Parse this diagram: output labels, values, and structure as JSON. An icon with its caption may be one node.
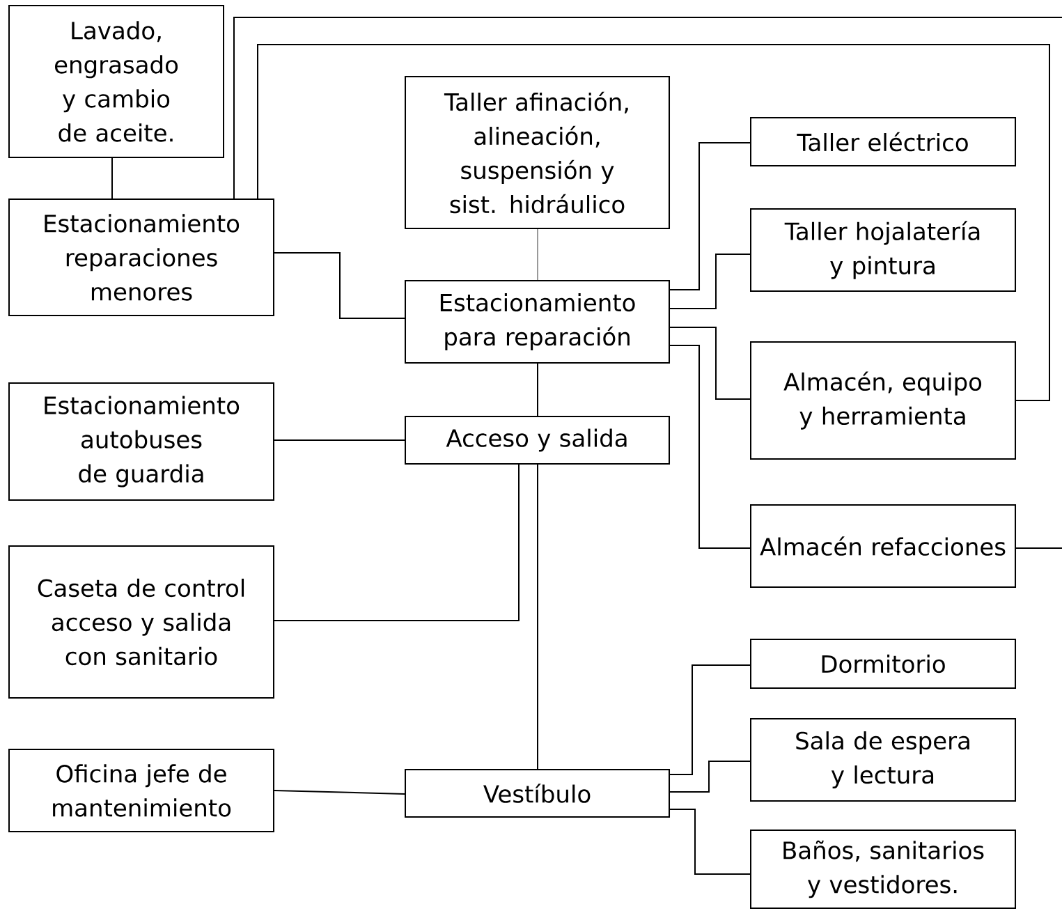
{
  "diagram": {
    "nodes": [
      {
        "text": [
          "Lavado, engrasado y cambio de aceite."
        ]
      },
      {
        "text": [
          "Estacionamiento reparaciones menores"
        ]
      },
      {
        "text": [
          "Taller afinación, alineación, suspensión y sist. hidráulico"
        ]
      },
      {
        "text": [
          "Taller eléctrico"
        ]
      },
      {
        "text": [
          "Taller hojalatería y pintura"
        ]
      },
      {
        "text": [
          "Estacionamiento para reparación"
        ]
      },
      {
        "text": [
          "Estacionamiento autobuses de guardia"
        ]
      },
      {
        "text": [
          "Acceso y salida"
        ]
      },
      {
        "text": [
          "Almacén, equipo y herramienta"
        ]
      },
      {
        "text": [
          "Almacén refacciones"
        ]
      },
      {
        "text": [
          "Caseta de control acceso y salida con sanitario"
        ]
      },
      {
        "text": [
          "Dormitorio"
        ]
      },
      {
        "text": [
          "Sala de espera y lectura"
        ]
      },
      {
        "text": [
          "Oficina jefe de mantenimiento"
        ]
      },
      {
        "text": [
          "Vestíbulo"
        ]
      },
      {
        "text": [
          "Baños, sanitarios y vestidores."
        ]
      }
    ],
    "edges": [
      {
        "from": 0,
        "to": 1,
        "arrow": "none"
      },
      {
        "from": 1,
        "to": null,
        "arrow": "none"
      },
      {
        "from": 1,
        "to": 8,
        "arrow": "none"
      },
      {
        "from": 1,
        "to": 5,
        "arrow": "none"
      },
      {
        "from": 2,
        "to": 5,
        "arrow": "none",
        "color": "#999999"
      },
      {
        "from": 5,
        "to": 3,
        "arrow": "none"
      },
      {
        "from": 5,
        "to": 4,
        "arrow": "none"
      },
      {
        "from": 5,
        "to": 8,
        "arrow": "none"
      },
      {
        "from": 5,
        "to": 9,
        "arrow": "none"
      },
      {
        "from": 9,
        "to": null,
        "arrow": "none"
      },
      {
        "from": 5,
        "to": 7,
        "arrow": "none"
      },
      {
        "from": 6,
        "to": 7,
        "arrow": "none"
      },
      {
        "from": 7,
        "to": 10,
        "arrow": "none"
      },
      {
        "from": 7,
        "to": 14,
        "arrow": "none"
      },
      {
        "from": 13,
        "to": 14,
        "arrow": "none"
      },
      {
        "from": 14,
        "to": 11,
        "arrow": "none"
      },
      {
        "from": 14,
        "to": 12,
        "arrow": "none"
      },
      {
        "from": 14,
        "to": 15,
        "arrow": "none"
      }
    ]
  }
}
